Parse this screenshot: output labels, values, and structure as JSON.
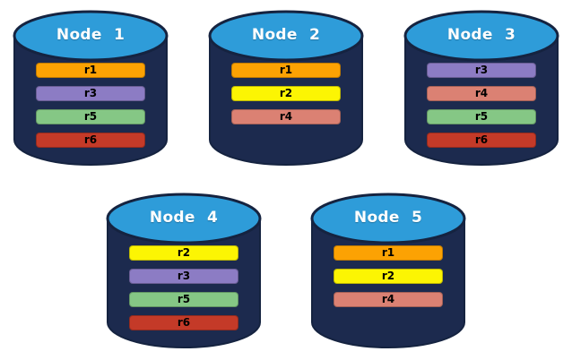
{
  "colors": {
    "background": "#FFFFFF",
    "cylinder_body": "#1C2A4E",
    "cylinder_outline": "#152340",
    "cylinder_top": "#2E9CD9",
    "node_title_text": "#FFFFFF",
    "replica_label_text": "#000000"
  },
  "replica_colors": {
    "r1": "#FCA203",
    "r2": "#FCF503",
    "r3": "#8C7CC4",
    "r4": "#DB8173",
    "r5": "#85C785",
    "r6": "#C43A28"
  },
  "icons": {
    "node_shape": "database-cylinder-icon"
  },
  "nodes": [
    {
      "label": "Node 1",
      "replicas": [
        "r1",
        "r3",
        "r5",
        "r6"
      ]
    },
    {
      "label": "Node 2",
      "replicas": [
        "r1",
        "r2",
        "r4"
      ]
    },
    {
      "label": "Node 3",
      "replicas": [
        "r3",
        "r4",
        "r5",
        "r6"
      ]
    },
    {
      "label": "Node 4",
      "replicas": [
        "r2",
        "r3",
        "r5",
        "r6"
      ]
    },
    {
      "label": "Node 5",
      "replicas": [
        "r1",
        "r2",
        "r4"
      ]
    }
  ],
  "rows": [
    [
      0,
      1,
      2
    ],
    [
      3,
      4
    ]
  ]
}
